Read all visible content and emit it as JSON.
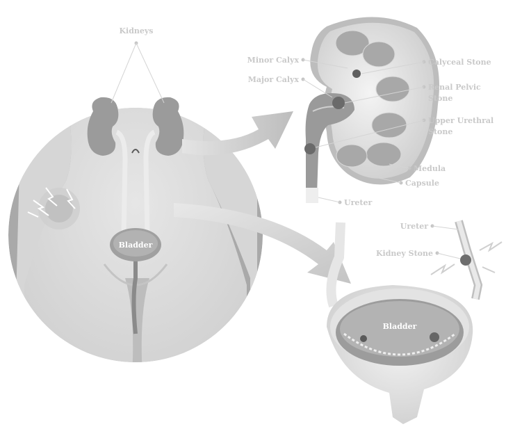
{
  "labels": {
    "kidneys": "Kidneys",
    "bladder_body": "Bladder",
    "minor_calyx": "Minor Calyx",
    "major_calyx": "Major Calyx",
    "calyceal_stone": "Calyceal Stone",
    "renal_pelvic_stone_line1": "Renal Pelvic",
    "renal_pelvic_stone_line2": "Stone",
    "upper_urethral_stone_line1": "Upper Urethral",
    "upper_urethral_stone_line2": "Stone",
    "medula": "Medula",
    "capsule": "Capsule",
    "ureter_kidney": "Ureter",
    "ureter_detail": "Ureter",
    "kidney_stone": "Kidney Stone",
    "bladder_detail": "Bladder"
  }
}
